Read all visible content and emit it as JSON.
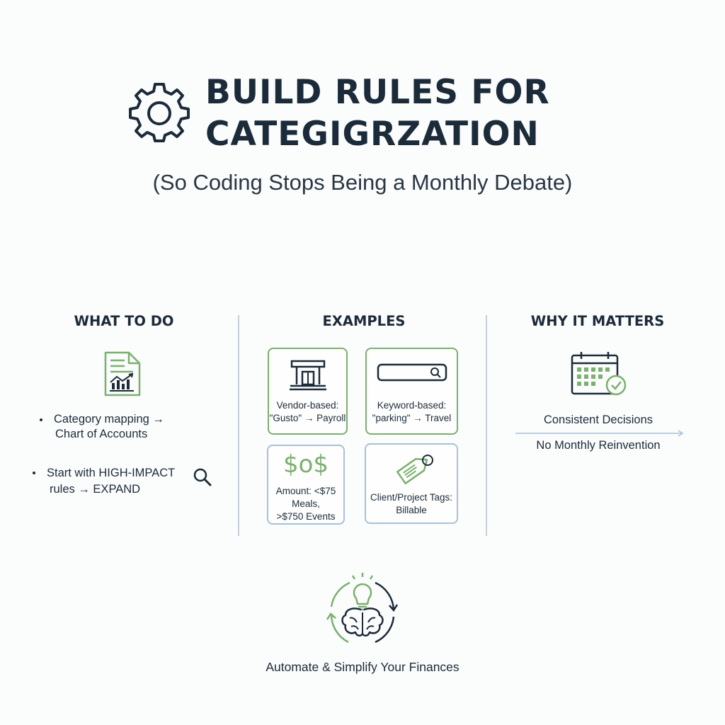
{
  "header": {
    "icon": "gear-icon",
    "title_line1": "BUILD RULES FOR",
    "title_line2": "CATEGIGRZATION",
    "subtitle": "(So Coding Stops Being a Monthly Debate)"
  },
  "what_to_do": {
    "title": "WHAT TO DO",
    "icon": "document-chart-icon",
    "items": [
      {
        "line1": "Category mapping →",
        "line2": "Chart of Accounts"
      },
      {
        "line1": "Start with HIGH-IMPACT",
        "line2": "rules → EXPAND",
        "icon": "search-icon"
      }
    ]
  },
  "examples": {
    "title": "EXAMPLES",
    "cards": [
      {
        "icon": "bank-icon",
        "line1": "Vendor-based:",
        "line2": "\"Gusto\" → Payroll"
      },
      {
        "icon": "search-bar-icon",
        "line1": "Keyword-based:",
        "line2": "\"parking\" → Travel"
      },
      {
        "icon_text": "$o$",
        "line1": "Amount: <$75",
        "line2": "Meals,",
        "line3": ">$750 Events"
      },
      {
        "icon": "tag-icon",
        "line1": "Client/Project Tags:",
        "line2": "Billable"
      }
    ]
  },
  "why_it_matters": {
    "title": "WHY IT MATTERS",
    "icon": "calendar-check-icon",
    "line1": "Consistent Decisions",
    "line2": "No Monthly Reinvention"
  },
  "footer": {
    "icon": "brain-lightbulb-icon",
    "text": "Automate & Simplify Your Finances"
  },
  "colors": {
    "navy": "#1c2b3a",
    "green": "#7bb06e",
    "light_blue": "#a9c0da"
  }
}
